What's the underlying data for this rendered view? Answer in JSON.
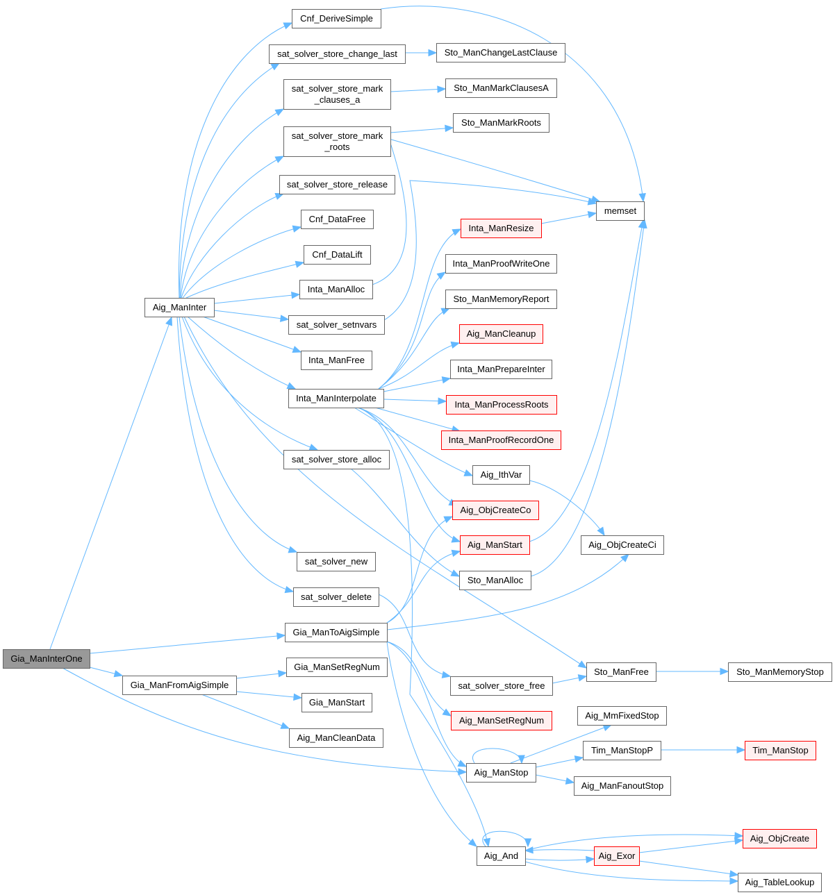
{
  "graph": {
    "title": "Gia_ManInterOne call graph",
    "colors": {
      "edge": "#63b8ff",
      "root_fill": "#999999",
      "truncated_border": "#ff0000",
      "truncated_fill": "#fff0f0",
      "node_border": "#666666"
    },
    "nodes": [
      {
        "id": "Gia_ManInterOne",
        "label": "Gia_ManInterOne",
        "kind": "root"
      },
      {
        "id": "Aig_ManInter",
        "label": "Aig_ManInter",
        "kind": "normal"
      },
      {
        "id": "Gia_ManToAigSimple",
        "label": "Gia_ManToAigSimple",
        "kind": "normal"
      },
      {
        "id": "Gia_ManFromAigSimple",
        "label": "Gia_ManFromAigSimple",
        "kind": "normal"
      },
      {
        "id": "Cnf_DeriveSimple",
        "label": "Cnf_DeriveSimple",
        "kind": "normal"
      },
      {
        "id": "sat_solver_store_change_last",
        "label": "sat_solver_store_change_last",
        "kind": "normal"
      },
      {
        "id": "sat_solver_store_mark_clauses_a",
        "label": "sat_solver_store_mark\n_clauses_a",
        "kind": "normal"
      },
      {
        "id": "sat_solver_store_mark_roots",
        "label": "sat_solver_store_mark\n_roots",
        "kind": "normal"
      },
      {
        "id": "sat_solver_store_release",
        "label": "sat_solver_store_release",
        "kind": "normal"
      },
      {
        "id": "Cnf_DataFree",
        "label": "Cnf_DataFree",
        "kind": "normal"
      },
      {
        "id": "Cnf_DataLift",
        "label": "Cnf_DataLift",
        "kind": "normal"
      },
      {
        "id": "Inta_ManAlloc",
        "label": "Inta_ManAlloc",
        "kind": "normal"
      },
      {
        "id": "sat_solver_setnvars",
        "label": "sat_solver_setnvars",
        "kind": "normal"
      },
      {
        "id": "Inta_ManFree",
        "label": "Inta_ManFree",
        "kind": "normal"
      },
      {
        "id": "Inta_ManInterpolate",
        "label": "Inta_ManInterpolate",
        "kind": "normal"
      },
      {
        "id": "sat_solver_store_alloc",
        "label": "sat_solver_store_alloc",
        "kind": "normal"
      },
      {
        "id": "sat_solver_new",
        "label": "sat_solver_new",
        "kind": "normal"
      },
      {
        "id": "sat_solver_delete",
        "label": "sat_solver_delete",
        "kind": "normal"
      },
      {
        "id": "Gia_ManSetRegNum",
        "label": "Gia_ManSetRegNum",
        "kind": "normal"
      },
      {
        "id": "Gia_ManStart",
        "label": "Gia_ManStart",
        "kind": "normal"
      },
      {
        "id": "Aig_ManCleanData",
        "label": "Aig_ManCleanData",
        "kind": "normal"
      },
      {
        "id": "Sto_ManChangeLastClause",
        "label": "Sto_ManChangeLastClause",
        "kind": "normal"
      },
      {
        "id": "Sto_ManMarkClausesA",
        "label": "Sto_ManMarkClausesA",
        "kind": "normal"
      },
      {
        "id": "Sto_ManMarkRoots",
        "label": "Sto_ManMarkRoots",
        "kind": "normal"
      },
      {
        "id": "Inta_ManResize",
        "label": "Inta_ManResize",
        "kind": "truncated"
      },
      {
        "id": "Inta_ManProofWriteOne",
        "label": "Inta_ManProofWriteOne",
        "kind": "normal"
      },
      {
        "id": "Sto_ManMemoryReport",
        "label": "Sto_ManMemoryReport",
        "kind": "normal"
      },
      {
        "id": "Aig_ManCleanup",
        "label": "Aig_ManCleanup",
        "kind": "truncated"
      },
      {
        "id": "Inta_ManPrepareInter",
        "label": "Inta_ManPrepareInter",
        "kind": "normal"
      },
      {
        "id": "Inta_ManProcessRoots",
        "label": "Inta_ManProcessRoots",
        "kind": "truncated"
      },
      {
        "id": "Inta_ManProofRecordOne",
        "label": "Inta_ManProofRecordOne",
        "kind": "truncated"
      },
      {
        "id": "Aig_IthVar",
        "label": "Aig_IthVar",
        "kind": "normal"
      },
      {
        "id": "Aig_ObjCreateCo",
        "label": "Aig_ObjCreateCo",
        "kind": "truncated"
      },
      {
        "id": "Aig_ManStart",
        "label": "Aig_ManStart",
        "kind": "truncated"
      },
      {
        "id": "Sto_ManAlloc",
        "label": "Sto_ManAlloc",
        "kind": "normal"
      },
      {
        "id": "sat_solver_store_free",
        "label": "sat_solver_store_free",
        "kind": "normal"
      },
      {
        "id": "Aig_ManSetRegNum",
        "label": "Aig_ManSetRegNum",
        "kind": "truncated"
      },
      {
        "id": "Aig_ManStop",
        "label": "Aig_ManStop",
        "kind": "normal"
      },
      {
        "id": "Aig_And",
        "label": "Aig_And",
        "kind": "normal"
      },
      {
        "id": "Aig_Exor",
        "label": "Aig_Exor",
        "kind": "truncated"
      },
      {
        "id": "memset",
        "label": "memset",
        "kind": "normal"
      },
      {
        "id": "Aig_ObjCreateCi",
        "label": "Aig_ObjCreateCi",
        "kind": "normal"
      },
      {
        "id": "Sto_ManFree",
        "label": "Sto_ManFree",
        "kind": "normal"
      },
      {
        "id": "Aig_MmFixedStop",
        "label": "Aig_MmFixedStop",
        "kind": "normal"
      },
      {
        "id": "Tim_ManStopP",
        "label": "Tim_ManStopP",
        "kind": "normal"
      },
      {
        "id": "Aig_ManFanoutStop",
        "label": "Aig_ManFanoutStop",
        "kind": "normal"
      },
      {
        "id": "Sto_ManMemoryStop",
        "label": "Sto_ManMemoryStop",
        "kind": "normal"
      },
      {
        "id": "Tim_ManStop",
        "label": "Tim_ManStop",
        "kind": "truncated"
      },
      {
        "id": "Aig_ObjCreate",
        "label": "Aig_ObjCreate",
        "kind": "truncated"
      },
      {
        "id": "Aig_TableLookup",
        "label": "Aig_TableLookup",
        "kind": "normal"
      }
    ],
    "edges": [
      [
        "Gia_ManInterOne",
        "Aig_ManInter"
      ],
      [
        "Gia_ManInterOne",
        "Gia_ManToAigSimple"
      ],
      [
        "Gia_ManInterOne",
        "Gia_ManFromAigSimple"
      ],
      [
        "Gia_ManInterOne",
        "Aig_ManStop"
      ],
      [
        "Aig_ManInter",
        "Cnf_DeriveSimple"
      ],
      [
        "Aig_ManInter",
        "sat_solver_store_change_last"
      ],
      [
        "Aig_ManInter",
        "sat_solver_store_mark_clauses_a"
      ],
      [
        "Aig_ManInter",
        "sat_solver_store_mark_roots"
      ],
      [
        "Aig_ManInter",
        "sat_solver_store_release"
      ],
      [
        "Aig_ManInter",
        "Cnf_DataFree"
      ],
      [
        "Aig_ManInter",
        "Cnf_DataLift"
      ],
      [
        "Aig_ManInter",
        "Inta_ManAlloc"
      ],
      [
        "Aig_ManInter",
        "sat_solver_setnvars"
      ],
      [
        "Aig_ManInter",
        "Inta_ManFree"
      ],
      [
        "Aig_ManInter",
        "Inta_ManInterpolate"
      ],
      [
        "Aig_ManInter",
        "sat_solver_store_alloc"
      ],
      [
        "Aig_ManInter",
        "sat_solver_new"
      ],
      [
        "Aig_ManInter",
        "sat_solver_delete"
      ],
      [
        "Aig_ManInter",
        "Sto_ManFree"
      ],
      [
        "Cnf_DeriveSimple",
        "memset"
      ],
      [
        "sat_solver_store_change_last",
        "Sto_ManChangeLastClause"
      ],
      [
        "sat_solver_store_mark_clauses_a",
        "Sto_ManMarkClausesA"
      ],
      [
        "sat_solver_store_mark_roots",
        "Sto_ManMarkRoots"
      ],
      [
        "Inta_ManAlloc",
        "memset"
      ],
      [
        "sat_solver_setnvars",
        "memset"
      ],
      [
        "Inta_ManInterpolate",
        "Inta_ManResize"
      ],
      [
        "Inta_ManInterpolate",
        "Inta_ManProofWriteOne"
      ],
      [
        "Inta_ManInterpolate",
        "Sto_ManMemoryReport"
      ],
      [
        "Inta_ManInterpolate",
        "Aig_ManCleanup"
      ],
      [
        "Inta_ManInterpolate",
        "Inta_ManPrepareInter"
      ],
      [
        "Inta_ManInterpolate",
        "Inta_ManProcessRoots"
      ],
      [
        "Inta_ManInterpolate",
        "Inta_ManProofRecordOne"
      ],
      [
        "Inta_ManInterpolate",
        "Aig_IthVar"
      ],
      [
        "Inta_ManInterpolate",
        "Aig_ObjCreateCo"
      ],
      [
        "Inta_ManInterpolate",
        "Aig_ManStart"
      ],
      [
        "Inta_ManInterpolate",
        "Aig_And"
      ],
      [
        "Inta_ManResize",
        "memset"
      ],
      [
        "sat_solver_store_alloc",
        "Sto_ManAlloc"
      ],
      [
        "sat_solver_delete",
        "sat_solver_store_free"
      ],
      [
        "Aig_IthVar",
        "Aig_ObjCreateCi"
      ],
      [
        "Aig_ManStart",
        "memset"
      ],
      [
        "Sto_ManAlloc",
        "memset"
      ],
      [
        "Gia_ManToAigSimple",
        "Aig_ObjCreateCo"
      ],
      [
        "Gia_ManToAigSimple",
        "Aig_ManStart"
      ],
      [
        "Gia_ManToAigSimple",
        "Aig_ObjCreateCi"
      ],
      [
        "Gia_ManToAigSimple",
        "Aig_ManSetRegNum"
      ],
      [
        "Gia_ManToAigSimple",
        "Aig_ManStop"
      ],
      [
        "Gia_ManToAigSimple",
        "Aig_And"
      ],
      [
        "Gia_ManFromAigSimple",
        "Gia_ManSetRegNum"
      ],
      [
        "Gia_ManFromAigSimple",
        "Gia_ManStart"
      ],
      [
        "Gia_ManFromAigSimple",
        "Aig_ManCleanData"
      ],
      [
        "sat_solver_store_free",
        "Sto_ManFree"
      ],
      [
        "Sto_ManFree",
        "Sto_ManMemoryStop"
      ],
      [
        "Aig_ManStop",
        "Aig_ManStop"
      ],
      [
        "Aig_ManStop",
        "Aig_MmFixedStop"
      ],
      [
        "Aig_ManStop",
        "Tim_ManStopP"
      ],
      [
        "Aig_ManStop",
        "Aig_ManFanoutStop"
      ],
      [
        "Tim_ManStopP",
        "Tim_ManStop"
      ],
      [
        "Aig_And",
        "Aig_And"
      ],
      [
        "Aig_And",
        "Aig_ObjCreate"
      ],
      [
        "Aig_And",
        "Aig_Exor"
      ],
      [
        "Aig_And",
        "Aig_TableLookup"
      ],
      [
        "Aig_Exor",
        "Aig_And"
      ],
      [
        "Aig_Exor",
        "Aig_ObjCreate"
      ],
      [
        "Aig_Exor",
        "Aig_TableLookup"
      ]
    ]
  }
}
